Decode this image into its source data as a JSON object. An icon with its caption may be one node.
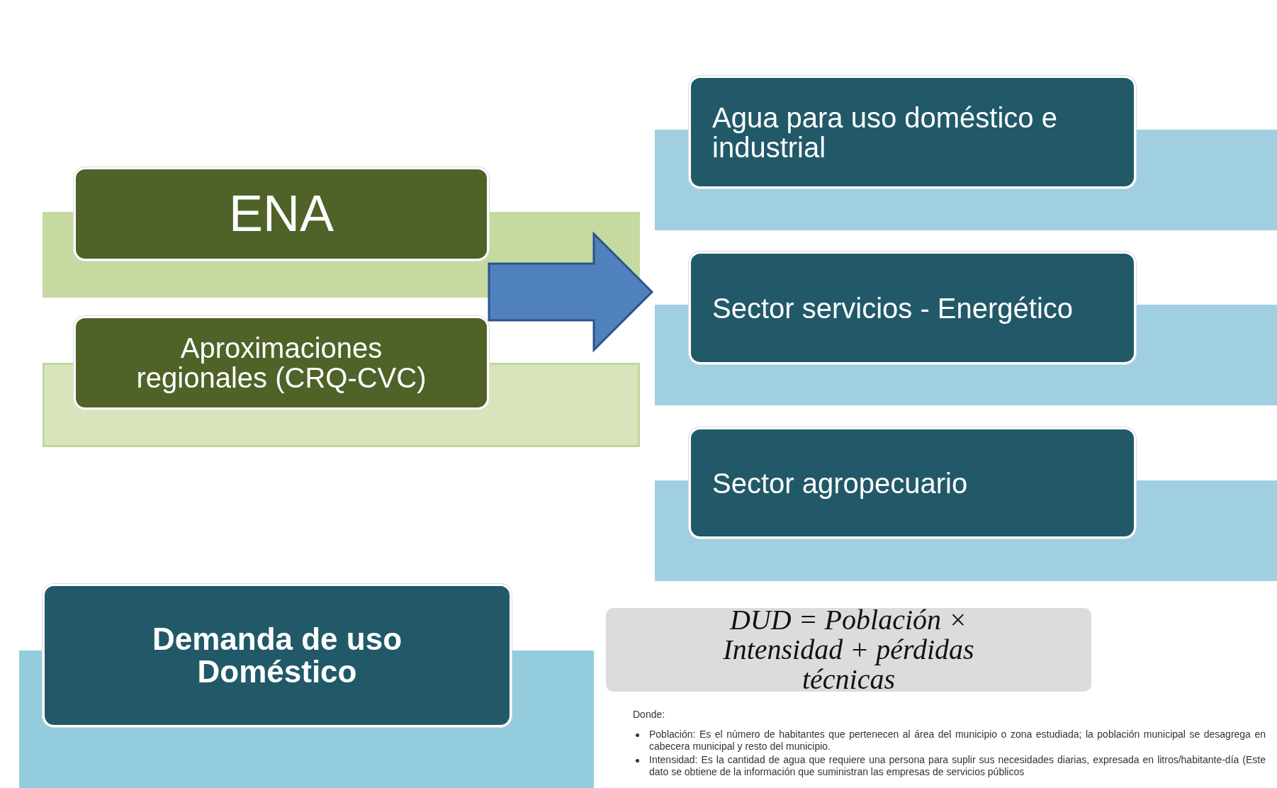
{
  "diagram": {
    "nodes": [
      {
        "text": [
          "ENA"
        ]
      },
      {
        "text": [
          "Aproximaciones regionales (CRQ-CVC)"
        ]
      },
      {
        "text": [
          "Agua para uso doméstico e industrial"
        ]
      },
      {
        "text": [
          "Sector servicios - Energético"
        ]
      },
      {
        "text": [
          "Sector agropecuario"
        ]
      },
      {
        "text": [
          "Demanda de uso Doméstico"
        ]
      },
      {
        "text": [
          "DUD = Población × Intensidad + pérdidas técnicas"
        ]
      }
    ],
    "edges": [
      {
        "from": 0,
        "to": 3,
        "arrow": "to"
      }
    ],
    "labels": [
      "Donde:",
      "Población: Es el número de habitantes que pertenecen al área del municipio o zona estudiada; la población municipal se desagrega en cabecera municipal y resto del municipio.",
      "Intensidad: Es la cantidad de agua que requiere una persona para suplir sus necesidades diarias, expresada en litros/habitante-día (Este dato se obtiene de la información que suministran las empresas de servicios públicos"
    ]
  }
}
